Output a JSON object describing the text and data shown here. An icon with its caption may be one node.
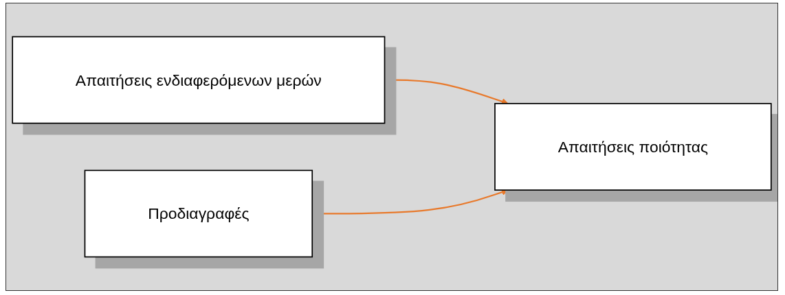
{
  "diagram": {
    "nodes": [
      {
        "text": [
          "Απαιτήσεις ενδιαφερόμενων μερών"
        ]
      },
      {
        "text": [
          "Προδιαγραφές"
        ]
      },
      {
        "text": [
          "Απαιτήσεις ποιότητας"
        ]
      }
    ],
    "edges": [
      {
        "from": 0,
        "to": 2,
        "arrow": "to"
      },
      {
        "from": 1,
        "to": 2,
        "arrow": "to"
      }
    ]
  }
}
